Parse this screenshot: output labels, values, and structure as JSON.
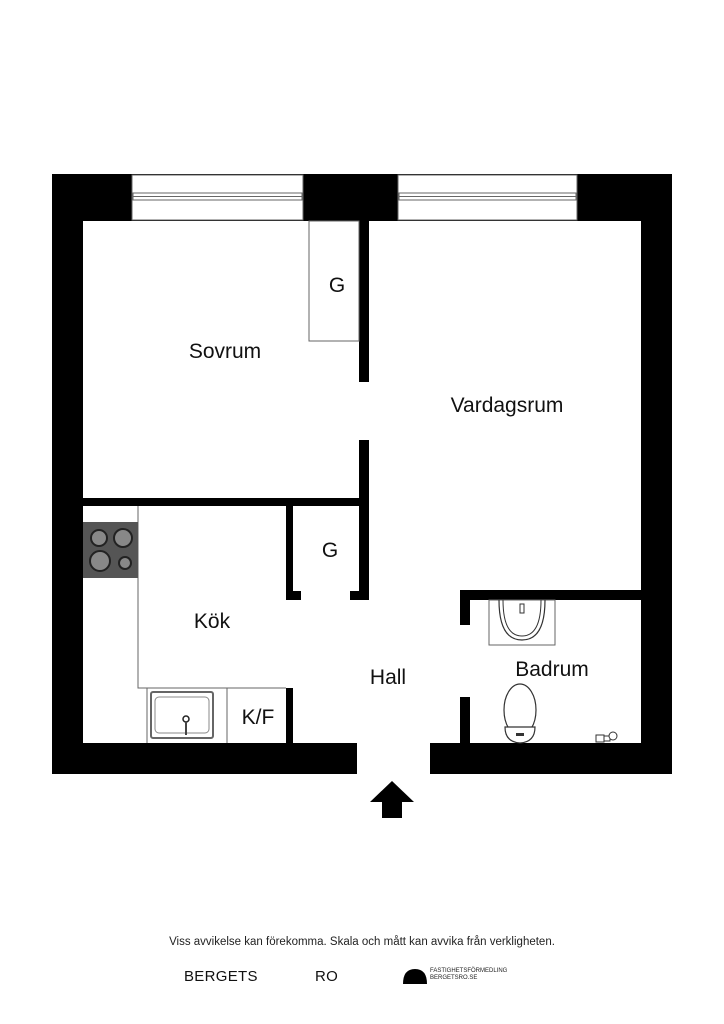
{
  "rooms": {
    "bedroom": "Sovrum",
    "bedroom_closet": "G",
    "living_room": "Vardagsrum",
    "hall_closet": "G",
    "kitchen": "Kök",
    "hall": "Hall",
    "bathroom": "Badrum",
    "fridge_freezer": "K/F"
  },
  "entrance_icon": "arrow-up-icon",
  "colors": {
    "wall": "#000000",
    "stove": "#555555",
    "line": "#666666"
  },
  "footer": {
    "disclaimer": "Viss avvikelse kan förekomma. Skala och mått kan avvika från verkligheten.",
    "logo_left": "BERGETS",
    "logo_right": "RO",
    "tagline_1": "FASTIGHETSFÖRMEDLING",
    "tagline_2": "BERGETSRO.SE"
  }
}
